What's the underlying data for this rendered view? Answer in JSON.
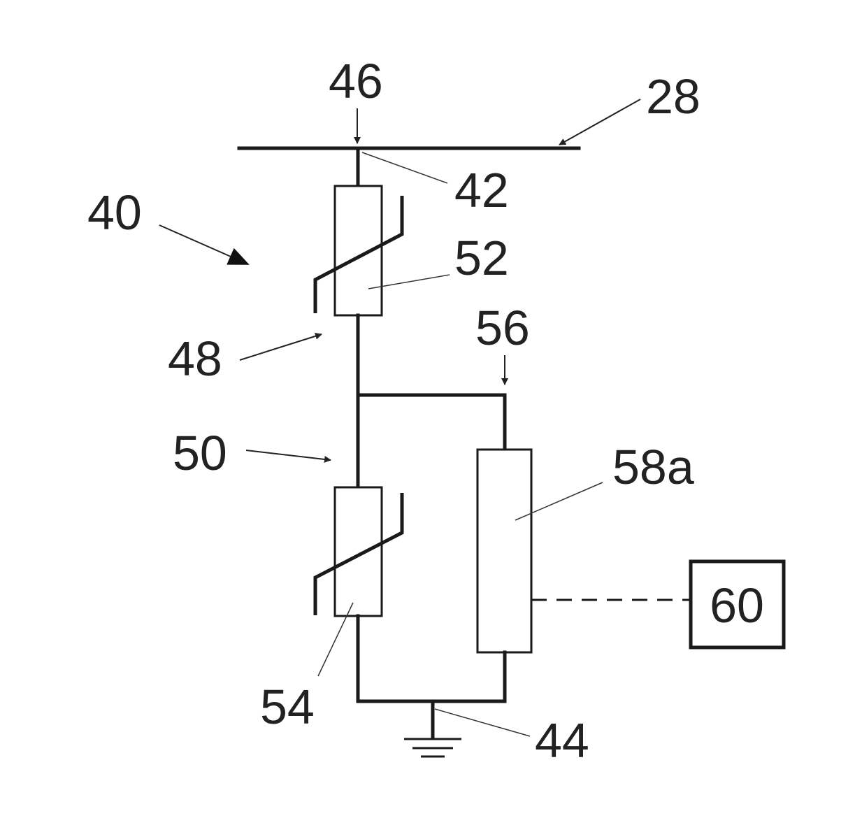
{
  "figure": {
    "labels": {
      "ref_28": "28",
      "ref_40": "40",
      "ref_42": "42",
      "ref_44": "44",
      "ref_46": "46",
      "ref_48": "48",
      "ref_50": "50",
      "ref_52": "52",
      "ref_54": "54",
      "ref_56": "56",
      "ref_58a": "58a",
      "ref_60": "60"
    },
    "colors": {
      "line": "#1a1a1a",
      "background": "#ffffff"
    }
  }
}
